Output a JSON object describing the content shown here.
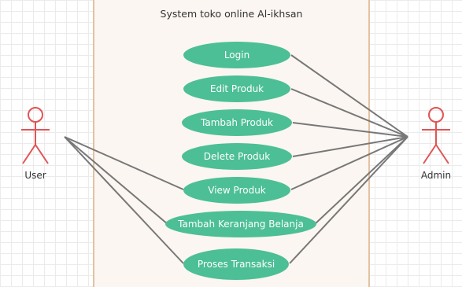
{
  "diagram": {
    "system_title": "System toko online Al-ikhsan",
    "actors": {
      "user": "User",
      "admin": "Admin"
    },
    "use_cases": {
      "login": "Login",
      "edit_produk": "Edit Produk",
      "tambah_produk": "Tambah Produk",
      "delete_produk": "Delete Produk",
      "view_produk": "View Produk",
      "tambah_keranjang": "Tambah Keranjang Belanja",
      "proses_transaksi": "Proses Transaksi"
    },
    "associations": [
      {
        "actor": "User",
        "use_case": "View Produk"
      },
      {
        "actor": "User",
        "use_case": "Tambah Keranjang Belanja"
      },
      {
        "actor": "User",
        "use_case": "Proses Transaksi"
      },
      {
        "actor": "Admin",
        "use_case": "Login"
      },
      {
        "actor": "Admin",
        "use_case": "Edit Produk"
      },
      {
        "actor": "Admin",
        "use_case": "Tambah Produk"
      },
      {
        "actor": "Admin",
        "use_case": "Delete Produk"
      },
      {
        "actor": "Admin",
        "use_case": "View Produk"
      },
      {
        "actor": "Admin",
        "use_case": "Tambah Keranjang Belanja"
      },
      {
        "actor": "Admin",
        "use_case": "Proses Transaksi"
      }
    ],
    "colors": {
      "use_case_fill": "#4cbf96",
      "use_case_text": "#ffffff",
      "actor_stroke": "#e05555",
      "boundary_border": "#e3c2a3",
      "boundary_fill": "#fbf6f1",
      "link_stroke": "#777777"
    }
  }
}
